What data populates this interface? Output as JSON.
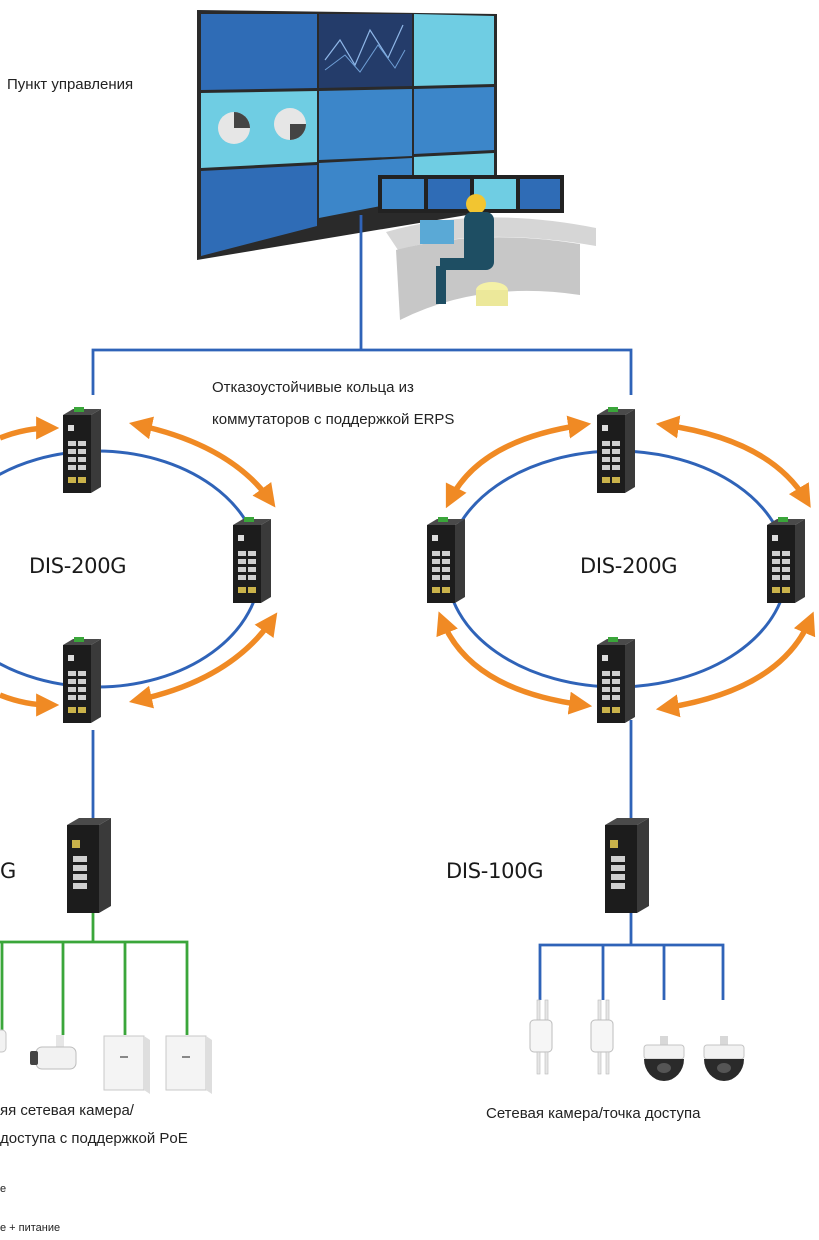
{
  "labels": {
    "control_center": "Пункт управления",
    "ring_line1": "Отказоустойчивые кольца из",
    "ring_line2": "коммутаторов с поддержкой ERPS",
    "left_ring_model": "DIS-200G",
    "right_ring_model": "DIS-200G",
    "left_access_model": "G",
    "right_access_model": "DIS-100G",
    "left_devices_line1": "яя сетевая камера/",
    "left_devices_line2": "доступа с поддержкой PoE",
    "right_devices": "Сетевая камера/точка доступа",
    "legend_data": "е",
    "legend_power": "е + питание"
  },
  "colors": {
    "link_blue": "#2f63b8",
    "poe_green": "#3aa63a",
    "arrow_orange": "#f08a24",
    "switch_body": "#1c1c1c"
  }
}
